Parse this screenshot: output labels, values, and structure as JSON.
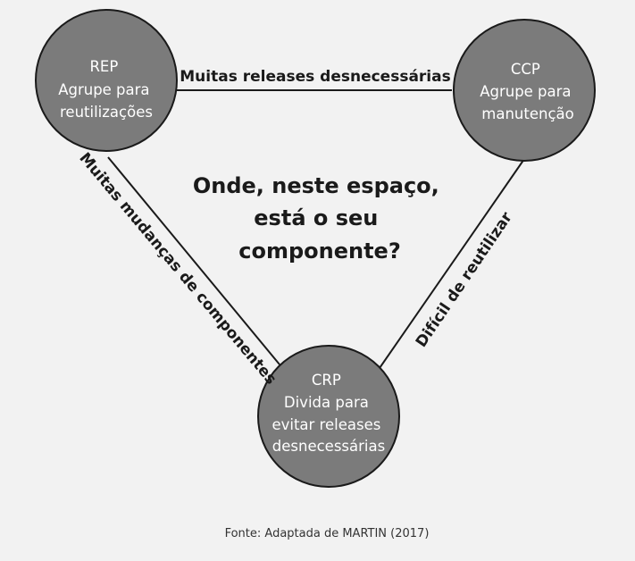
{
  "nodes": {
    "rep": {
      "lines": [
        "REP",
        "Agrupe para",
        "reutilizações"
      ]
    },
    "ccp": {
      "lines": [
        "CCP",
        "Agrupe para",
        "manutenção"
      ]
    },
    "crp": {
      "lines": [
        "CRP",
        "Divida para",
        "evitar releases",
        "desnecessárias"
      ]
    }
  },
  "edges": {
    "rep_ccp": "Muitas releases desnecessárias",
    "rep_crp": "Muitas mudanças de componentes",
    "ccp_crp": "Difícil de reutilizar"
  },
  "center_question": [
    "Onde, neste espaço,",
    "está o seu",
    "componente?"
  ],
  "source": "Fonte: Adaptada de MARTIN (2017)"
}
